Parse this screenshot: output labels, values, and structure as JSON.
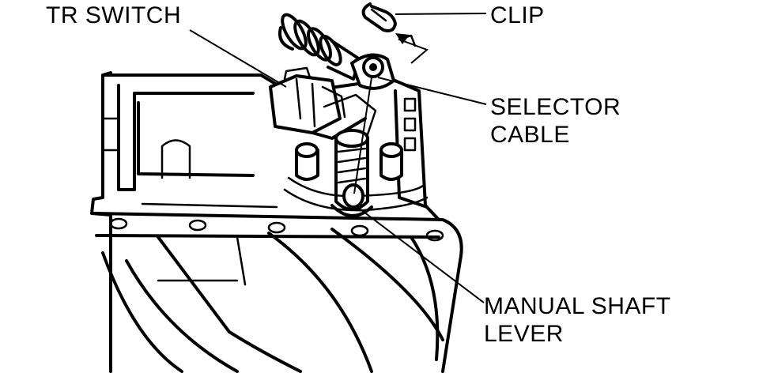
{
  "labels": {
    "tr_switch": "TR SWITCH",
    "clip": "CLIP",
    "selector_cable_line1": "SELECTOR",
    "selector_cable_line2": "CABLE",
    "manual_shaft_lever_line1": "MANUAL SHAFT",
    "manual_shaft_lever_line2": "LEVER"
  },
  "colors": {
    "ink": "#000000",
    "paper": "#ffffff"
  }
}
